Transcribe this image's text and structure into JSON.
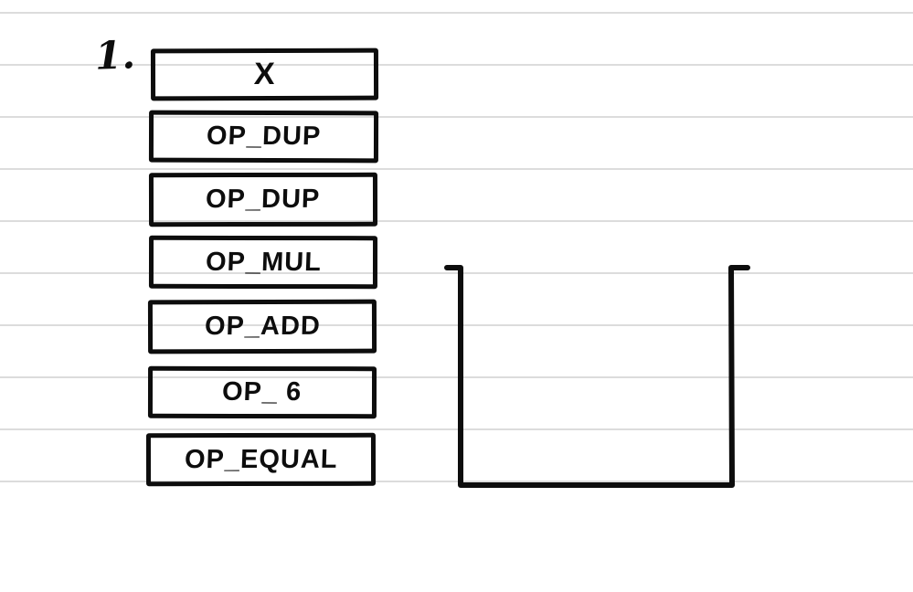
{
  "theme": {
    "paper_color": "#ffffff",
    "ink_color": "#0d0d0d",
    "ruled_line_color": "#dcdcdc"
  },
  "step_label": "1.",
  "script_program": {
    "opcodes": [
      {
        "text": "X"
      },
      {
        "text": "OP_DUP"
      },
      {
        "text": "OP_DUP"
      },
      {
        "text": "OP_MUL"
      },
      {
        "text": "OP_ADD"
      },
      {
        "text": "OP_ 6"
      },
      {
        "text": "OP_EQUAL"
      }
    ]
  },
  "icons": {
    "empty_stack": "empty-stack-bracket"
  }
}
